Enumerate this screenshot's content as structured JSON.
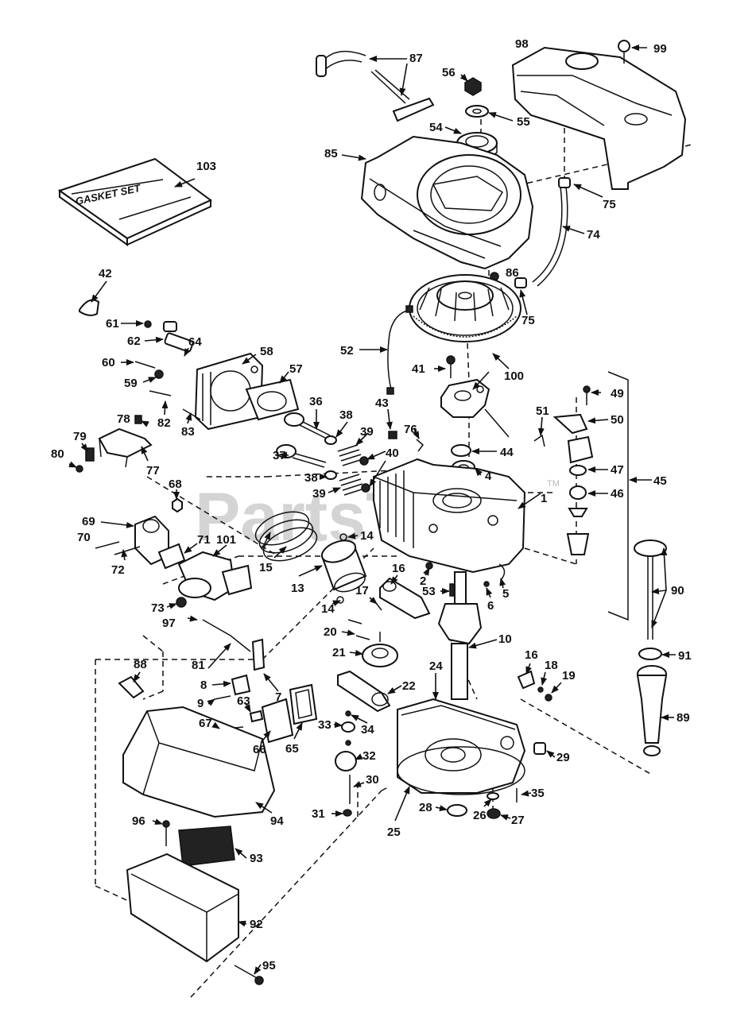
{
  "watermark": {
    "text": "PartsTree",
    "tm": "TM"
  },
  "gasket_set_label": "GASKET SET",
  "part_labels": [
    "1",
    "2",
    "4",
    "5",
    "6",
    "7",
    "8",
    "9",
    "10",
    "13",
    "14",
    "15",
    "16",
    "17",
    "18",
    "19",
    "20",
    "21",
    "22",
    "24",
    "25",
    "26",
    "27",
    "28",
    "29",
    "30",
    "31",
    "32",
    "33",
    "34",
    "35",
    "36",
    "37",
    "38",
    "39",
    "40",
    "41",
    "42",
    "43",
    "44",
    "45",
    "46",
    "47",
    "49",
    "50",
    "51",
    "52",
    "53",
    "54",
    "55",
    "56",
    "57",
    "58",
    "59",
    "60",
    "61",
    "62",
    "63",
    "64",
    "65",
    "66",
    "67",
    "68",
    "69",
    "70",
    "71",
    "72",
    "73",
    "74",
    "75",
    "76",
    "77",
    "78",
    "79",
    "80",
    "81",
    "82",
    "83",
    "85",
    "86",
    "87",
    "88",
    "89",
    "90",
    "91",
    "92",
    "93",
    "94",
    "95",
    "96",
    "97",
    "98",
    "99",
    "100",
    "101",
    "103"
  ]
}
